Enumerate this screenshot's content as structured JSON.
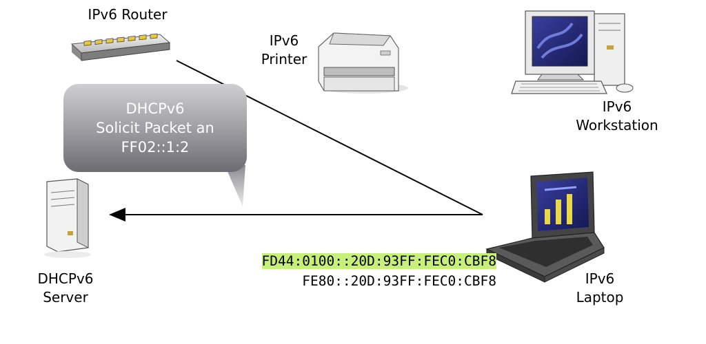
{
  "devices": {
    "router": {
      "label": "IPv6 Router",
      "icon": "router-icon"
    },
    "printer": {
      "label_line1": "IPv6",
      "label_line2": "Printer",
      "icon": "printer-icon"
    },
    "workstation": {
      "label_line1": "IPv6",
      "label_line2": "Workstation",
      "icon": "workstation-icon"
    },
    "server": {
      "label_line1": "DHCPv6",
      "label_line2": "Server",
      "icon": "server-icon"
    },
    "laptop": {
      "label_line1": "IPv6",
      "label_line2": "Laptop",
      "icon": "laptop-icon"
    }
  },
  "bubble": {
    "line1": "DHCPv6",
    "line2": "Solicit Packet an",
    "line3": "FF02::1:2"
  },
  "addresses": {
    "global": "FD44:0100::20D:93FF:FEC0:CBF8",
    "link_local": "FE80::20D:93FF:FEC0:CBF8"
  },
  "colors": {
    "highlight": "#c6f07a",
    "bubble_top": "#c9c9cc",
    "bubble_bottom": "#6e6e73"
  }
}
